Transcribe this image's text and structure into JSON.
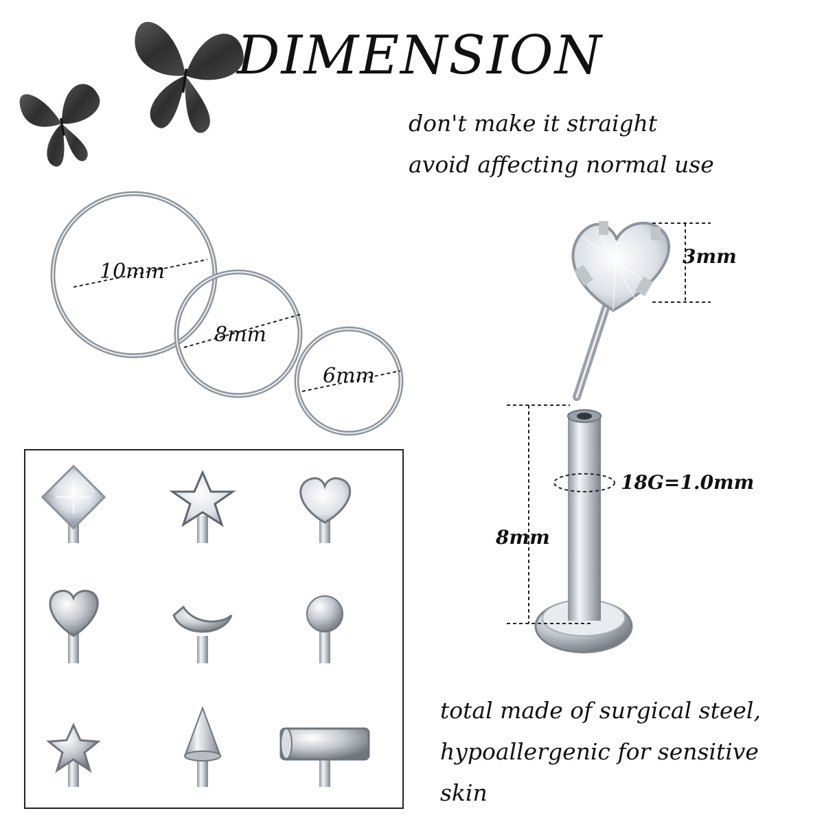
{
  "title": "DIMENSION",
  "notes": [
    "don't make it straight",
    "avoid affecting normal use"
  ],
  "rings": [
    {
      "label": "10mm"
    },
    {
      "label": "8mm"
    },
    {
      "label": "6mm"
    }
  ],
  "labret": {
    "top_size_label": "3mm",
    "gauge_label": "18G=1.0mm",
    "post_length_label": "8mm"
  },
  "material_lines": [
    "total made of surgical steel,",
    "hypoallergenic for sensitive",
    "skin"
  ],
  "tops": [
    {
      "icon": "square-gem-icon"
    },
    {
      "icon": "star-gem-icon"
    },
    {
      "icon": "heart-gem-icon"
    },
    {
      "icon": "heart-metal-icon"
    },
    {
      "icon": "moon-metal-icon"
    },
    {
      "icon": "ball-metal-icon"
    },
    {
      "icon": "star-metal-icon"
    },
    {
      "icon": "spike-metal-icon"
    },
    {
      "icon": "bar-metal-icon"
    }
  ],
  "colors": {
    "text": "#111111",
    "metal": "#b9bec4",
    "metal_highlight": "#f2f4f6",
    "gem": "#e4e8ee",
    "butterfly": "#3a3a3a"
  }
}
